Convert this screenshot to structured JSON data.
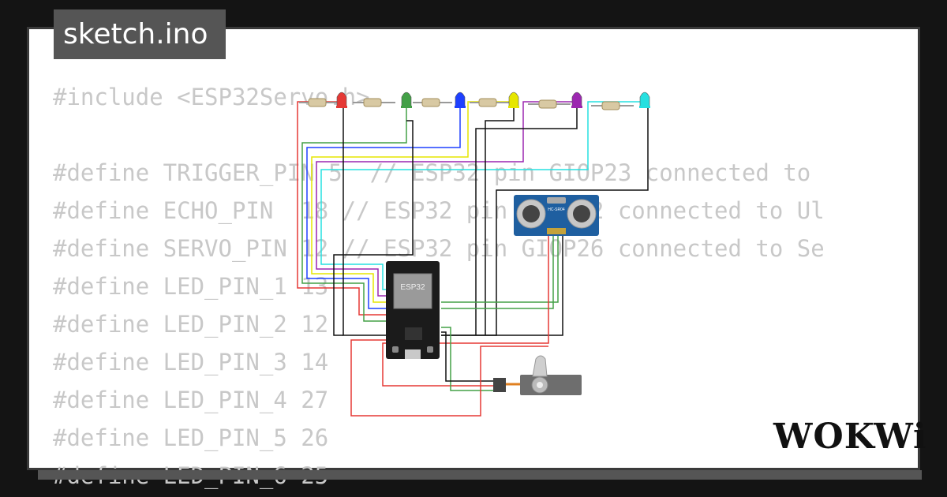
{
  "tab": {
    "title": "sketch.ino"
  },
  "code_lines": [
    "#include <ESP32Servo.h>",
    "",
    "#define TRIGGER_PIN 5  // ESP32 pin GIOP23 connected to",
    "#define ECHO_PIN  18 // ESP32 pin GIOP22 connected to Ul",
    "#define SERVO_PIN 12 // ESP32 pin GIOP26 connected to Se",
    "#define LED_PIN_1 13",
    "#define LED_PIN_2 12",
    "#define LED_PIN_3 14",
    "#define LED_PIN_4 27",
    "#define LED_PIN_5 26",
    "#define LED_PIN_6 25"
  ],
  "board": {
    "label": "ESP32"
  },
  "sensor": {
    "label": "HC-SR04"
  },
  "logo": {
    "text": "WOKWi"
  },
  "led_colors": [
    "#e53935",
    "#43a047",
    "#1e40ff",
    "#e6e600",
    "#9c27b0",
    "#26e0e0"
  ],
  "colors": {
    "background": "#141414",
    "card": "#ffffff",
    "tab": "#555555",
    "code": "#c8c8c8"
  }
}
